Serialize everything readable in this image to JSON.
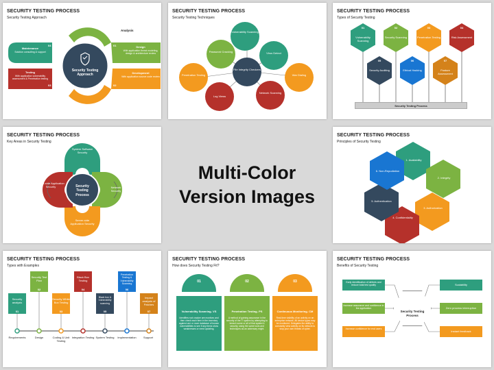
{
  "center": {
    "line1": "Multi-Color",
    "line2": "Version Images"
  },
  "slides": {
    "s1": {
      "title": "SECURITY TESTING PROCESS",
      "subtitle": "Security Testing Approach",
      "center_label": "Security Testing Approach",
      "analysis": "Analysis",
      "n01": "01",
      "n02": "02",
      "n03": "03",
      "n04": "04",
      "design_h": "Design",
      "design_t": "With application threat modeling, design & architecture review",
      "dev_h": "Development",
      "dev_t": "With application source code review",
      "testing_h": "Testing",
      "testing_t": "With application vulnerability assessment & Penetration testing",
      "maint_h": "Maintenance",
      "maint_t": "Solution consulting & support"
    },
    "s2": {
      "title": "SECURITY TESTING PROCESS",
      "subtitle": "Security Testing Techniques",
      "center": "File Integrity Checkers",
      "vuln": "Vulnerability Scanning",
      "virus": "Virus Detect",
      "war": "War Dialing",
      "network": "Network Scanning",
      "logs": "Log Views",
      "pen": "Penetration Testing",
      "pwd": "Password Cracking"
    },
    "s3": {
      "title": "SECURITY TESTING PROCESS",
      "subtitle": "Types of Security Testing",
      "footer": "Security Testing Process",
      "items": [
        {
          "n": "01",
          "label": "Vulnerability Scanning"
        },
        {
          "n": "02",
          "label": "Security Scanning"
        },
        {
          "n": "03",
          "label": "Penetration Testing"
        },
        {
          "n": "04",
          "label": "Risk Assessment"
        },
        {
          "n": "05",
          "label": "Security Auditing"
        },
        {
          "n": "06",
          "label": "Ethical Hacking"
        },
        {
          "n": "07",
          "label": "Posture Assessment"
        }
      ]
    },
    "s4": {
      "title": "SECURITY TESTING PROCESS",
      "subtitle": "Key Areas in Security Testing",
      "center": "Security Testing Process",
      "top": "System Software Security",
      "right": "Network Security",
      "bottom": "Server-side Application Security",
      "left": "Client-side Application Security"
    },
    "s5": {
      "title": "SECURITY TESTING PROCESS",
      "subtitle": "Principles of Security Testing",
      "p1": "1. Availability",
      "p2": "2. Integrity",
      "p3": "3. Authorization",
      "p4": "4. Confidentiality",
      "p5": "5. Authentication",
      "p6": "6. Non-Repudiation"
    },
    "s6": {
      "title": "SECURITY TESTING PROCESS",
      "subtitle": "Types with Examples",
      "cards": [
        "Security analysis",
        "Security Test Plan",
        "Security White Box Testing",
        "Black Box Testing",
        "Black box & Vulnerability scanning",
        "Penetration Testing & Vulnerability Scanning",
        "Impact analysis of Patches"
      ],
      "nums": [
        "01",
        "02",
        "03",
        "04",
        "05",
        "06",
        "07"
      ],
      "steps": [
        "Requirements",
        "Design",
        "Coding & Unit Testing",
        "Integration Testing",
        "System Testing",
        "Implementation",
        "Support"
      ]
    },
    "s7": {
      "title": "SECURITY TESTING PROCESS",
      "subtitle": "How does Security Testing Fit?",
      "cols": [
        {
          "n": "01",
          "h": "Vulnerability Scanning- VS",
          "t": "Identifies root cracker are monitors and then check each item in the inventory against one or more database of known vulnerabilities to see if any items show weaknesses or need updating."
        },
        {
          "n": "02",
          "h": "Penetration Testing- PS",
          "t": "A method of gaining assurance in the security of the IT system by attempting to breach some or all of that system's security, using the same tools and techniques as an adversary might."
        },
        {
          "n": "03",
          "h": "Continuous Monitoring- CM",
          "t": "Real-time visibility of an activity on an enterprise network. All device types may be monitored. Delegates the ability to constantly view activity on its network to stop your own threats of cyber."
        }
      ]
    },
    "s8": {
      "title": "SECURITY TESTING PROCESS",
      "subtitle": "Benefits of Security Testing",
      "center": "Security Testing Process",
      "l1": "Early identification of defects and reduce total test quality",
      "l2": "Increase assurance and confidence in the application",
      "l3": "Increase confidence for end users",
      "r1": "Scalability",
      "r2": "Zero process interruption",
      "r3": "Instant feedback"
    }
  },
  "colors": {
    "green": "#2e9e7e",
    "lime": "#7cb342",
    "orange": "#f39a1f",
    "red": "#b5312b",
    "navy": "#34495e",
    "blue": "#1976d2",
    "teal": "#26a69a"
  }
}
